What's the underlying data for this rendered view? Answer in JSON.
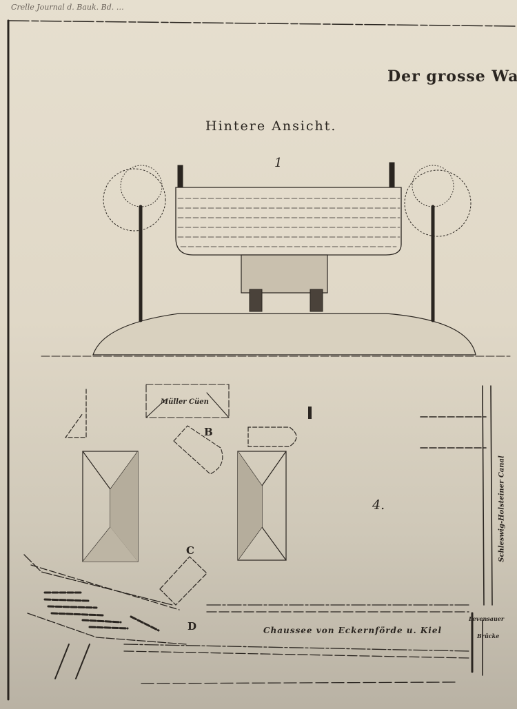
{
  "plate": {
    "header_note": "Crelle Journal d. Bauk. Bd. …",
    "title_partial": "Der grosse Wa",
    "view_title": "Hintere Ansicht.",
    "figure_number_1": "1",
    "figure_number_4": "4.",
    "labels": {
      "mill_building": "Müller Cüen",
      "b": "B",
      "c": "C",
      "d": "D",
      "marker": "I",
      "canal": "Schleswig-Holsteiner Canal",
      "road": "Chaussee von Eckernförde u. Kiel",
      "bridge_line1": "Levensauer",
      "bridge_line2": "Brücke"
    }
  },
  "colors": {
    "ink": "#2a2520",
    "paper": "#e3dccb"
  }
}
